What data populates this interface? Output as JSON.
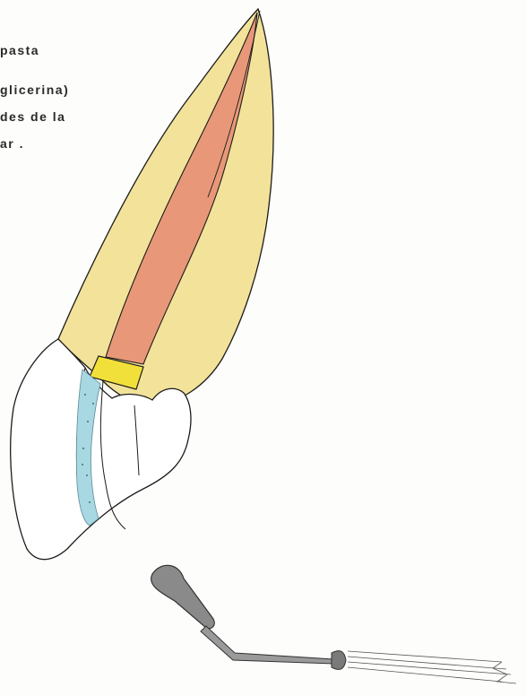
{
  "caption": {
    "lines": [
      "pasta",
      "glicerina)",
      "des de la",
      "ar ."
    ]
  },
  "colors": {
    "enamel": "#f3e29a",
    "pulp": "#e89878",
    "filling": "#f2e03a",
    "paste": "#a8d8e2",
    "outline": "#1c1c1c",
    "instrument": "#8a8a8a"
  },
  "icons": {
    "tooth": "tooth-illustration",
    "instrument": "plugger-instrument"
  }
}
